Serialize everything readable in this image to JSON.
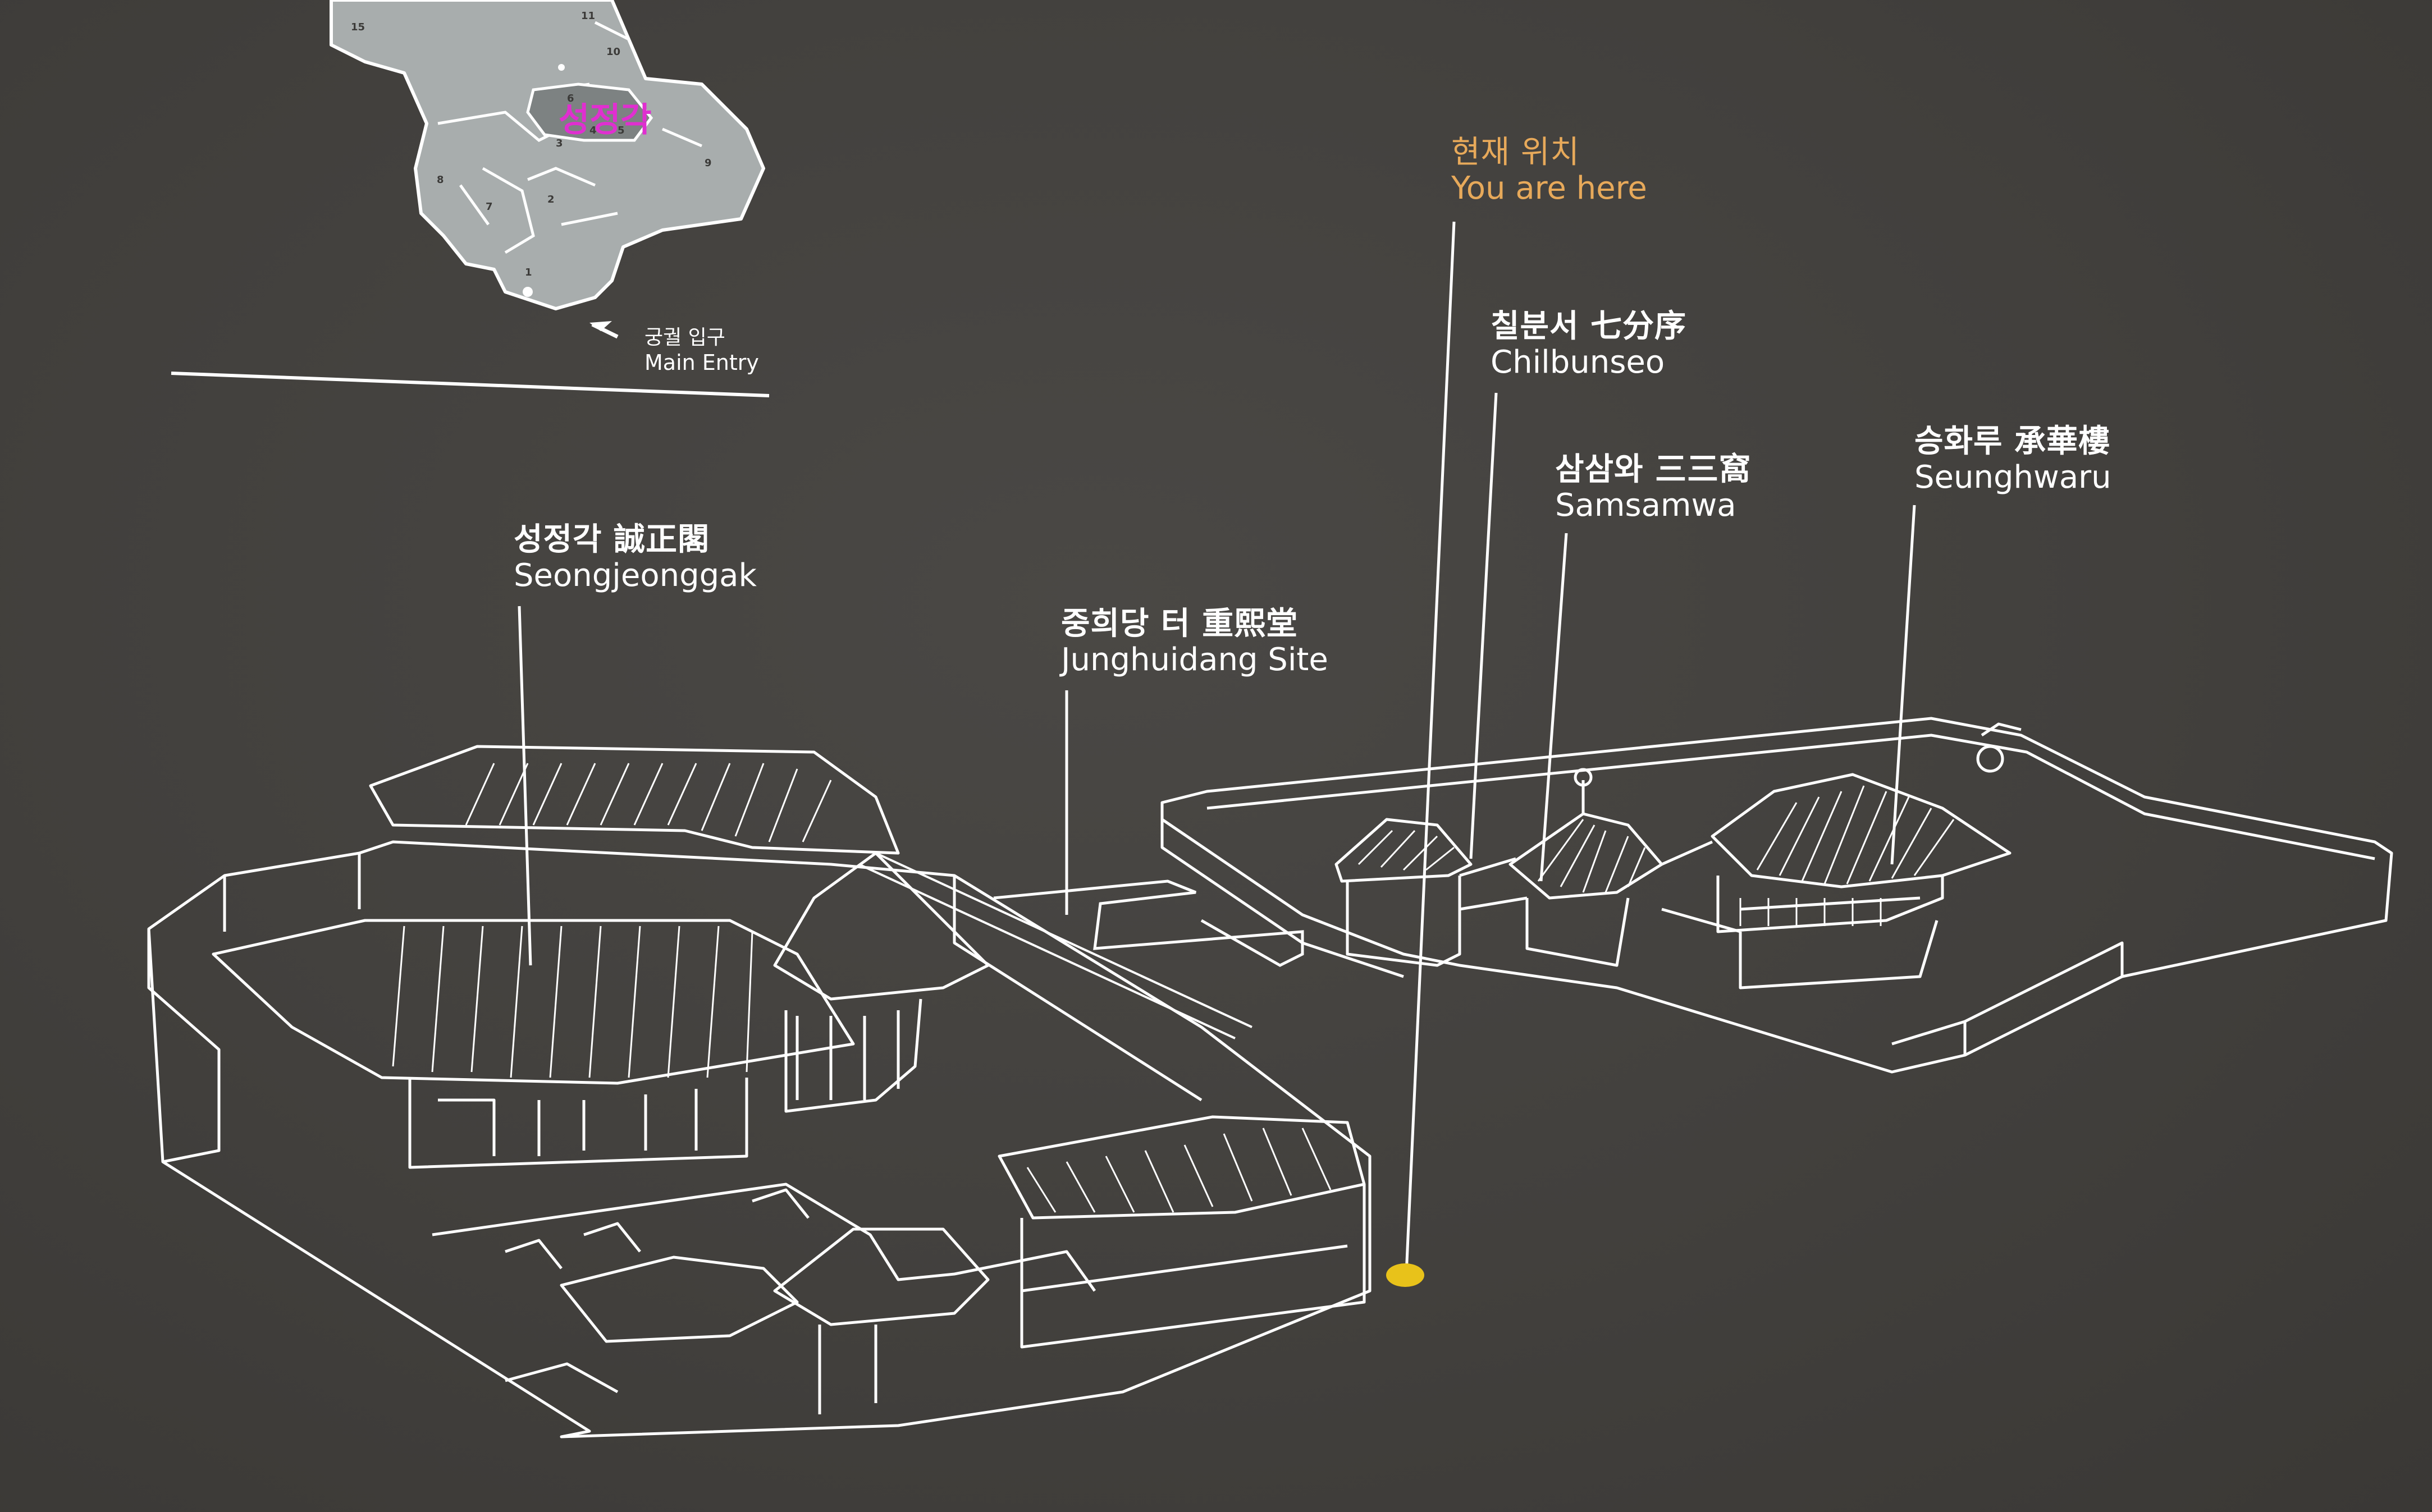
{
  "mini_map": {
    "highlight_label": "성정각",
    "zones": [
      "15",
      "11",
      "10",
      "6",
      "3",
      "4",
      "5",
      "9",
      "8",
      "7",
      "2",
      "1"
    ],
    "entry_ko": "궁궐 입구",
    "entry_en": "Main Entry"
  },
  "you_are_here": {
    "ko": "현재 위치",
    "en": "You are here",
    "marker_color": "#e8c21a"
  },
  "labels": {
    "seongjeonggak": {
      "ko": "성정각 誠正閣",
      "en": "Seongjeonggak"
    },
    "junghuidang": {
      "ko": "중희당 터 重熙堂",
      "en": "Junghuidang Site"
    },
    "chilbunseo": {
      "ko": "칠분서 七分序",
      "en": "Chilbunseo"
    },
    "samsamwa": {
      "ko": "삼삼와 三三窩",
      "en": "Samsamwa"
    },
    "seunghwaru": {
      "ko": "승화루 承華樓",
      "en": "Seunghwaru"
    }
  }
}
